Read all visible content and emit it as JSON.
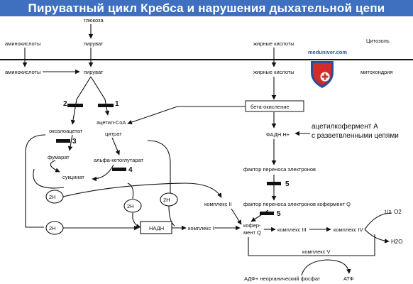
{
  "title": "Пируватный цикл Кребса и нарушения дыхательной цепи",
  "watermark": "meduniver.com",
  "labels": {
    "glucose": "глюкоза",
    "aminoacids_top": "аминокислоты",
    "pyruvate_top": "пируват",
    "fatty_acids_top": "жирные кислоты",
    "cytosol": "Цитозоль",
    "aminoacids_bottom": "аминокислоты",
    "pyruvate_bottom": "пируват",
    "fatty_acids_bottom": "жирные кислоты",
    "mitochondria": "митохондрия",
    "beta_oxidation": "бета-окисление",
    "acetyl_coa": "ацетил-СоА",
    "oxaloacetate": "оксалоацетат",
    "citrate": "цитрат",
    "fadh": "ФАДН Н+",
    "branched_line1": "ацетилкофермент А",
    "branched_line2": "с разветвленными цепями",
    "fumarate": "фумарат",
    "alpha_kg": "альфа-кетоглутарат",
    "succinate": "сукцинат",
    "etf": "фактор переноса электронов",
    "two_h": "2H",
    "complex2": "комплекс II",
    "etf_q": "фактор переноса электронов кофермент Q",
    "nadh": "НАДН",
    "complex1": "комплекс I",
    "coenzyme_q_1": "кофер-",
    "coenzyme_q_2": "мент Q",
    "complex3": "комплекс III",
    "complex4": "комплекс IV",
    "h2o": "H2O",
    "half_o2_frac": "1/2",
    "o2": "O2",
    "complex5": "комплекс V",
    "adp": "АДФ+ неорганический фосфат",
    "atp": "АТФ"
  },
  "blocks": [
    "1",
    "2",
    "3",
    "4",
    "5",
    "5"
  ],
  "colors": {
    "title_bg": "#3f6fbf",
    "shield_red": "#d42a2a",
    "shield_blue": "#2c4d9a"
  },
  "icons": {
    "logo": "medical-shield-icon"
  }
}
